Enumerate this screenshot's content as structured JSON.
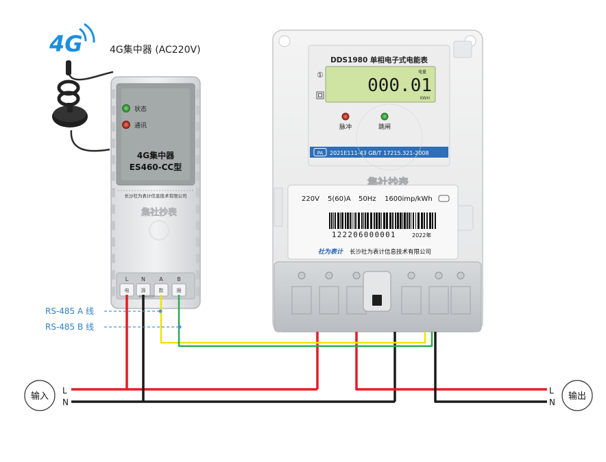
{
  "header": {
    "logo_text": "4G",
    "title": "4G集中器 (AC220V)"
  },
  "concentrator": {
    "status_label": "状态",
    "comm_label": "通讯",
    "name_line1": "4G集中器",
    "name_line2": "ES460-CC型",
    "company": "长沙社为表计信息技术有限公司",
    "watermark": "集社抄表",
    "terminal_letters": [
      "L",
      "N",
      "A",
      "B"
    ],
    "terminal_sublabels": [
      "电",
      "源",
      "数",
      "据"
    ],
    "terminal_caption": "DC/AC220V"
  },
  "meter": {
    "title": "DDS1980 单相电子式电能表",
    "display_value": "000.01",
    "display_unit_top": "电量",
    "display_unit_bottom": "KWH",
    "pulse_label": "脉冲",
    "trip_label": "跳闸",
    "standard_prefix": "PA",
    "standard_text": "2021E111-43   GB/T 17215.321-2008",
    "rating_voltage": "220V",
    "rating_current": "5(60)A",
    "rating_freq": "50Hz",
    "rating_const": "1600imp/kWh",
    "barcode_number": "122206000001",
    "year": "2022年",
    "brand": "社为表计",
    "company": "长沙社为表计信息技术有限公司",
    "watermark": "集社抄表"
  },
  "labels": {
    "rs485_a": "RS-485  A 线",
    "rs485_b": "RS-485  B 线",
    "input": "输入",
    "output": "输出",
    "line_l": "L",
    "line_n": "N"
  },
  "colors": {
    "live": "#e21d24",
    "neutral": "#1a1a1a",
    "rs485_a": "#f2e300",
    "rs485_b": "#2fa84f",
    "dashed": "#3f92d8",
    "logo": "#1b8fe0",
    "lcd": "#cfe3a3",
    "meter_band": "#2e6fb7"
  }
}
